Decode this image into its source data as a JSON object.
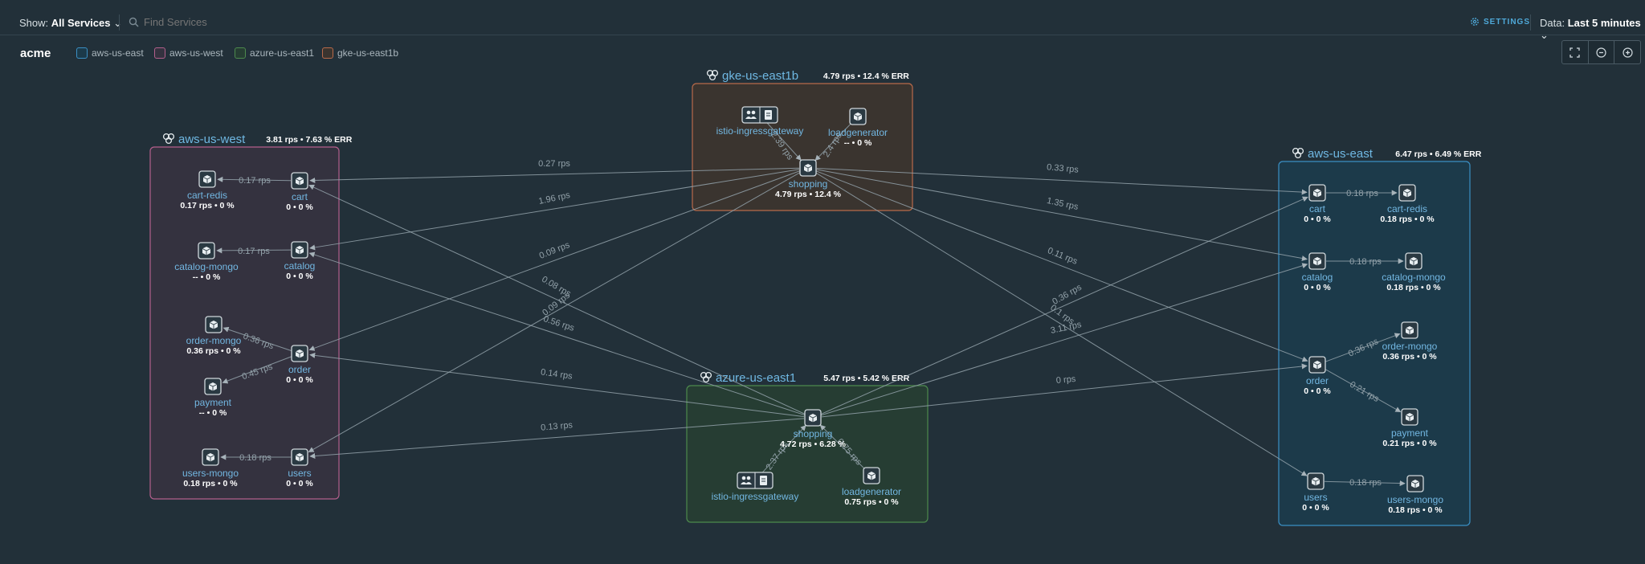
{
  "topbar": {
    "show_label": "Show:",
    "show_value": "All Services",
    "search_placeholder": "Find Services",
    "settings_label": "SETTINGS",
    "data_label": "Data:",
    "data_value": "Last 5 minutes"
  },
  "legend": {
    "brand": "acme",
    "items": [
      {
        "label": "aws-us-east",
        "color": "#3a8fc4"
      },
      {
        "label": "aws-us-west",
        "color": "#b35f8c"
      },
      {
        "label": "azure-us-east1",
        "color": "#4d8a4d"
      },
      {
        "label": "gke-us-east1b",
        "color": "#b86a4a"
      }
    ]
  },
  "regions": [
    {
      "id": "aws-us-west",
      "label": "aws-us-west",
      "stats": "3.81 rps • 7.63 % ERR",
      "fill": "#34323f",
      "stroke": "#b35f8c"
    },
    {
      "id": "gke-us-east1b",
      "label": "gke-us-east1b",
      "stats": "4.79 rps • 12.4 % ERR",
      "fill": "#3a342f",
      "stroke": "#b86a4a"
    },
    {
      "id": "azure-us-east1",
      "label": "azure-us-east1",
      "stats": "5.47 rps • 5.42 % ERR",
      "fill": "#263d33",
      "stroke": "#4d8a4d"
    },
    {
      "id": "aws-us-east",
      "label": "aws-us-east",
      "stats": "6.47 rps • 6.49 % ERR",
      "fill": "#1c3a4a",
      "stroke": "#3a8fc4"
    }
  ],
  "nodes": [
    {
      "id": "w_cartredis",
      "label": "cart-redis",
      "stat": "0.17 rps • 0 %"
    },
    {
      "id": "w_cart",
      "label": "cart",
      "stat": "0 • 0 %"
    },
    {
      "id": "w_catmongo",
      "label": "catalog-mongo",
      "stat": "-- • 0 %"
    },
    {
      "id": "w_catalog",
      "label": "catalog",
      "stat": "0 • 0 %"
    },
    {
      "id": "w_ordmongo",
      "label": "order-mongo",
      "stat": "0.36 rps • 0 %"
    },
    {
      "id": "w_order",
      "label": "order",
      "stat": "0 • 0 %"
    },
    {
      "id": "w_payment",
      "label": "payment",
      "stat": "-- • 0 %"
    },
    {
      "id": "w_usermongo",
      "label": "users-mongo",
      "stat": "0.18 rps • 0 %"
    },
    {
      "id": "w_users",
      "label": "users",
      "stat": "0 • 0 %"
    },
    {
      "id": "g_istio",
      "label": "istio-ingressgateway",
      "stat": "",
      "double": true
    },
    {
      "id": "g_load",
      "label": "loadgenerator",
      "stat": "-- • 0 %"
    },
    {
      "id": "g_shop",
      "label": "shopping",
      "stat": "4.79 rps • 12.4 %"
    },
    {
      "id": "z_shop",
      "label": "shopping",
      "stat": "4.72 rps • 6.28 %"
    },
    {
      "id": "z_istio",
      "label": "istio-ingressgateway",
      "stat": "",
      "double": true
    },
    {
      "id": "z_load",
      "label": "loadgenerator",
      "stat": "0.75 rps • 0 %"
    },
    {
      "id": "e_cart",
      "label": "cart",
      "stat": "0 • 0 %"
    },
    {
      "id": "e_cartredis",
      "label": "cart-redis",
      "stat": "0.18 rps • 0 %"
    },
    {
      "id": "e_catalog",
      "label": "catalog",
      "stat": "0 • 0 %"
    },
    {
      "id": "e_catmongo",
      "label": "catalog-mongo",
      "stat": "0.18 rps • 0 %"
    },
    {
      "id": "e_ordmongo",
      "label": "order-mongo",
      "stat": "0.36 rps • 0 %"
    },
    {
      "id": "e_order",
      "label": "order",
      "stat": "0 • 0 %"
    },
    {
      "id": "e_payment",
      "label": "payment",
      "stat": "0.21 rps • 0 %"
    },
    {
      "id": "e_users",
      "label": "users",
      "stat": "0 • 0 %"
    },
    {
      "id": "e_usermongo",
      "label": "users-mongo",
      "stat": "0.18 rps • 0 %"
    }
  ],
  "edges": [
    {
      "from": "w_cart",
      "to": "w_cartredis",
      "label": "0.17 rps"
    },
    {
      "from": "w_catalog",
      "to": "w_catmongo",
      "label": "0.17 rps"
    },
    {
      "from": "w_order",
      "to": "w_ordmongo",
      "label": "0.36 rps"
    },
    {
      "from": "w_order",
      "to": "w_payment",
      "label": "0.45 rps"
    },
    {
      "from": "w_users",
      "to": "w_usermongo",
      "label": "0.18 rps"
    },
    {
      "from": "g_istio",
      "to": "g_shop",
      "label": "2.39 rps"
    },
    {
      "from": "g_load",
      "to": "g_shop",
      "label": "2.4 rps"
    },
    {
      "from": "g_shop",
      "to": "w_cart",
      "label": "0.27 rps"
    },
    {
      "from": "g_shop",
      "to": "w_catalog",
      "label": "1.96 rps"
    },
    {
      "from": "g_shop",
      "to": "w_order",
      "label": "0.09 rps"
    },
    {
      "from": "g_shop",
      "to": "w_users",
      "label": "0.09 rps"
    },
    {
      "from": "g_shop",
      "to": "e_cart",
      "label": "0.33 rps"
    },
    {
      "from": "g_shop",
      "to": "e_catalog",
      "label": "1.35 rps"
    },
    {
      "from": "g_shop",
      "to": "e_order",
      "label": "0.11 rps"
    },
    {
      "from": "g_shop",
      "to": "e_users",
      "label": "0.1 rps"
    },
    {
      "from": "z_istio",
      "to": "z_shop",
      "label": "2.37 rps"
    },
    {
      "from": "z_load",
      "to": "z_shop",
      "label": "0.75 rps"
    },
    {
      "from": "z_shop",
      "to": "w_cart",
      "label": "0.08 rps"
    },
    {
      "from": "z_shop",
      "to": "w_catalog",
      "label": "0.56 rps"
    },
    {
      "from": "z_shop",
      "to": "w_order",
      "label": "0.14 rps"
    },
    {
      "from": "z_shop",
      "to": "w_users",
      "label": "0.13 rps"
    },
    {
      "from": "z_shop",
      "to": "e_cart",
      "label": "0.36 rps"
    },
    {
      "from": "z_shop",
      "to": "e_catalog",
      "label": "3.11 rps"
    },
    {
      "from": "z_shop",
      "to": "e_order",
      "label": "0 rps"
    },
    {
      "from": "e_cart",
      "to": "e_cartredis",
      "label": "0.18 rps"
    },
    {
      "from": "e_catalog",
      "to": "e_catmongo",
      "label": "0.18 rps"
    },
    {
      "from": "e_order",
      "to": "e_ordmongo",
      "label": "0.36 rps"
    },
    {
      "from": "e_order",
      "to": "e_payment",
      "label": "0.21 rps"
    },
    {
      "from": "e_users",
      "to": "e_usermongo",
      "label": "0.18 rps"
    }
  ]
}
